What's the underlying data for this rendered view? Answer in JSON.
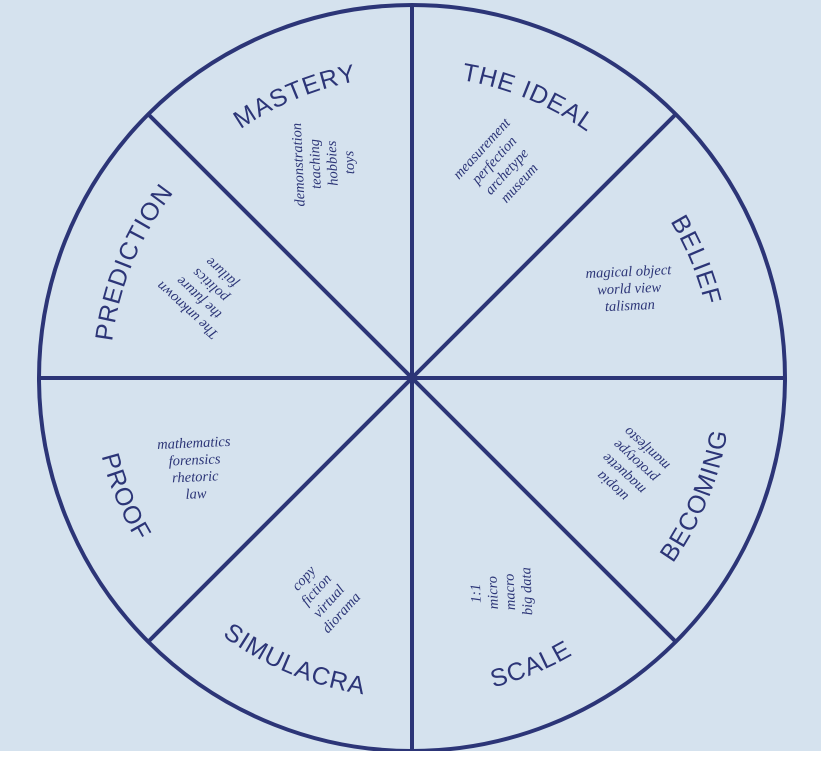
{
  "colors": {
    "background": "#d5e2ee",
    "ink": "#2c3577"
  },
  "sectors": [
    {
      "title": "THE IDEAL",
      "keywords": [
        "measurement",
        "perfection",
        "archetype",
        "museum"
      ]
    },
    {
      "title": "BELIEF",
      "keywords": [
        "magical object",
        "world view",
        "talisman"
      ]
    },
    {
      "title": "BECOMING",
      "keywords": [
        "utopia",
        "maquette",
        "prototype",
        "manifesto"
      ]
    },
    {
      "title": "SCALE",
      "keywords": [
        "1:1",
        "micro",
        "macro",
        "big data"
      ]
    },
    {
      "title": "SIMULACRA",
      "keywords": [
        "copy",
        "fiction",
        "virtual",
        "diorama"
      ]
    },
    {
      "title": "PROOF",
      "keywords": [
        "mathematics",
        "forensics",
        "rhetoric",
        "law"
      ]
    },
    {
      "title": "PREDICTION",
      "keywords": [
        "The unknown",
        "the future",
        "politics",
        "failure"
      ]
    },
    {
      "title": "MASTERY",
      "keywords": [
        "demonstration",
        "teaching",
        "hobbies",
        "toys"
      ]
    }
  ]
}
